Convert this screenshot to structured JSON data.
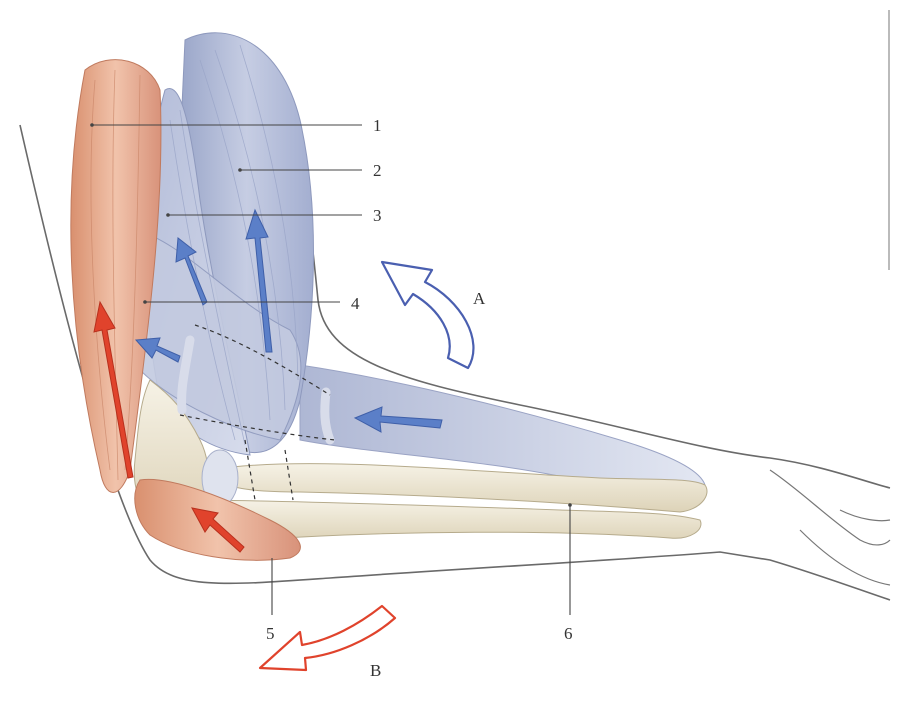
{
  "diagram": {
    "labels": {
      "one": "1",
      "two": "2",
      "three": "3",
      "four": "4",
      "five": "5",
      "six": "6",
      "a": "A",
      "b": "B"
    },
    "colors": {
      "flexor_muscle": "#b9c2db",
      "flexor_muscle_dark": "#8f9cc2",
      "extensor_muscle": "#e2aa8e",
      "extensor_muscle_dark": "#c97a5c",
      "bone": "#efe9d8",
      "bone_shadow": "#d8cfb5",
      "blue_arrow": "#5b7fc8",
      "red_arrow": "#e0432c",
      "outline": "#555555",
      "leader_line": "#444444"
    },
    "icons": {
      "flexion_arrow": "curved-arrow-icon-blue",
      "extension_arrow": "curved-arrow-icon-red"
    }
  }
}
